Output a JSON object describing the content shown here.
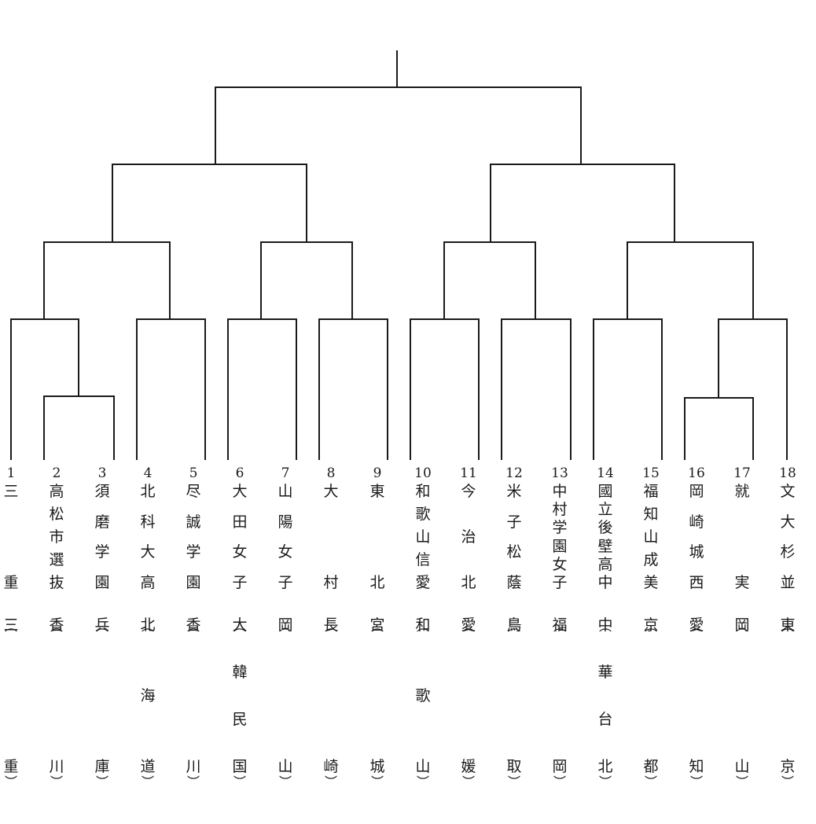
{
  "teams": [
    {
      "num": "1",
      "school": "三重",
      "pref": "三重"
    },
    {
      "num": "2",
      "school": "高松市選抜",
      "pref": "香川"
    },
    {
      "num": "3",
      "school": "須磨学園",
      "pref": "兵庫"
    },
    {
      "num": "4",
      "school": "北科大高",
      "pref": "北海道"
    },
    {
      "num": "5",
      "school": "尽誠学園",
      "pref": "香川"
    },
    {
      "num": "6",
      "school": "大田女子",
      "pref": "大韓民国"
    },
    {
      "num": "7",
      "school": "山陽女子",
      "pref": "岡山"
    },
    {
      "num": "8",
      "school": "大村",
      "pref": "長崎"
    },
    {
      "num": "9",
      "school": "東北",
      "pref": "宮城"
    },
    {
      "num": "10",
      "school": "和歌山信愛",
      "pref": "和歌山"
    },
    {
      "num": "11",
      "school": "今治北",
      "pref": "愛媛"
    },
    {
      "num": "12",
      "school": "米子松蔭",
      "pref": "鳥取"
    },
    {
      "num": "13",
      "school": "中村学園女子",
      "pref": "福岡"
    },
    {
      "num": "14",
      "school": "國立後壁高中",
      "pref": "中華台北"
    },
    {
      "num": "15",
      "school": "福知山成美",
      "pref": "京都"
    },
    {
      "num": "16",
      "school": "岡崎城西",
      "pref": "愛知"
    },
    {
      "num": "17",
      "school": "就実",
      "pref": "岡山"
    },
    {
      "num": "18",
      "school": "文大杉並",
      "pref": "東京"
    }
  ],
  "labels": {
    "paren_open": "︵",
    "paren_close": "︶"
  }
}
